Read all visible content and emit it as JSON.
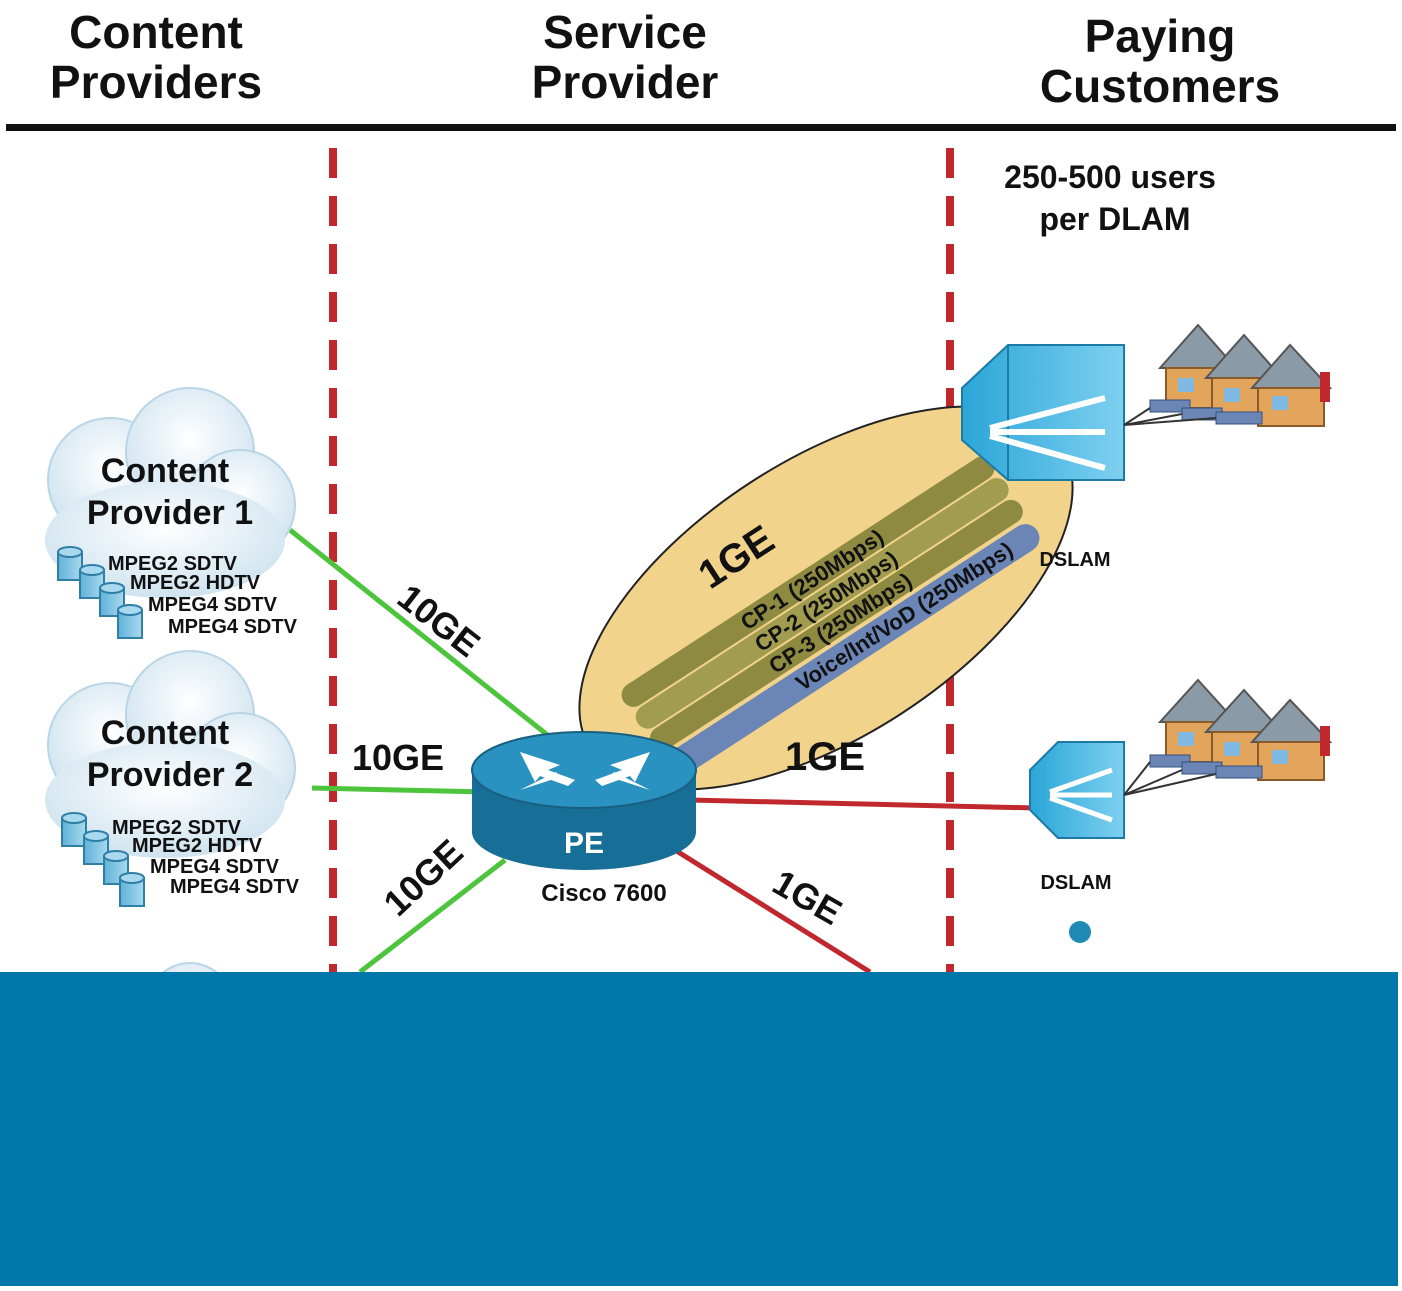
{
  "headers": {
    "content_providers": [
      "Content",
      "Providers"
    ],
    "service_provider": [
      "Service",
      "Provider"
    ],
    "paying_customers": [
      "Paying",
      "Customers"
    ]
  },
  "users_note": [
    "250-500 users",
    "per DLAM"
  ],
  "content_provider_1": {
    "name": [
      "Content",
      "Provider 1"
    ],
    "formats": [
      "MPEG2 SDTV",
      "MPEG2 HDTV",
      "MPEG4 SDTV",
      "MPEG4 SDTV"
    ]
  },
  "content_provider_2": {
    "name": [
      "Content",
      "Provider 2"
    ],
    "formats": [
      "MPEG2 SDTV",
      "MPEG2 HDTV",
      "MPEG4 SDTV",
      "MPEG4 SDTV"
    ]
  },
  "links": {
    "cp1_to_pe": "10GE",
    "cp2_to_pe": "10GE",
    "cp3_to_pe": "10GE",
    "pe_to_dslam1_bundle": "1GE",
    "pe_to_dslam2": "1GE",
    "pe_to_dslam3": "1GE"
  },
  "bundle_channels": [
    "CP-1 (250Mbps)",
    "CP-2 (250Mbps)",
    "CP-3 (250Mbps)",
    "Voice/Int/VoD (250Mbps)"
  ],
  "pe_router": {
    "label": "PE",
    "model": "Cisco 7600"
  },
  "dslam_1": {
    "label": "DSLAM"
  },
  "dslam_2": {
    "label": "DSLAM"
  },
  "colors": {
    "divider": "#c0282d",
    "link_green": "#4cc43c",
    "link_red": "#c0282d",
    "bundle_fill": "#f2d38c",
    "tunnel_olive": "#8f8a42",
    "tunnel_blue": "#6b86b6",
    "router_blue": "#1f8ab5",
    "dslam_blue": "#2aa6d8",
    "bottom_panel": "#0077a8"
  }
}
